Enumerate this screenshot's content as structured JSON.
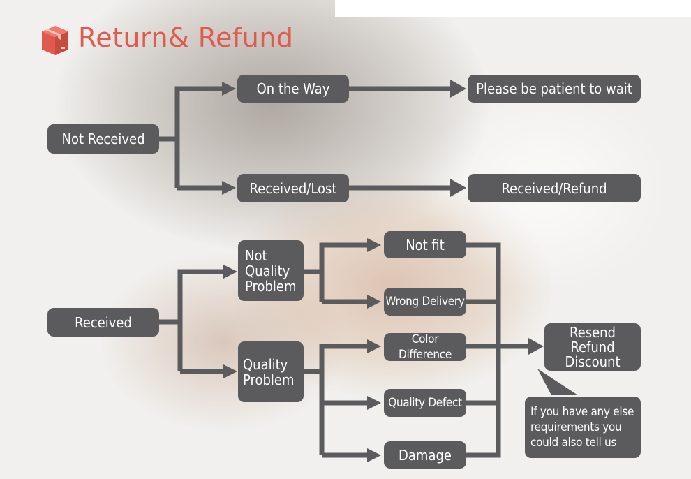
{
  "title": "Return& Refund",
  "icon": "package-box-icon",
  "colors": {
    "title": "#e15a4e",
    "box": "#5b5b5d",
    "arrow": "#5b5b5d",
    "text": "#ffffff"
  },
  "nodes": {
    "not_received": "Not Received",
    "on_the_way": "On the Way",
    "please_wait": "Please be patient to wait",
    "received_lost": "Received/Lost",
    "received_refund": "Received/Refund",
    "received": "Received",
    "not_quality_problem": "Not\nQuality\nProblem",
    "quality_problem": "Quality\nProblem",
    "not_fit": "Not fit",
    "wrong_delivery": "Wrong Delivery",
    "color_difference": "Color Difference",
    "quality_defect": "Quality Defect",
    "damage": "Damage",
    "resend_refund_discount": "Resend\nRefund\nDiscount",
    "callout": "If you have any else\nrequirements you\ncould also tell us"
  }
}
